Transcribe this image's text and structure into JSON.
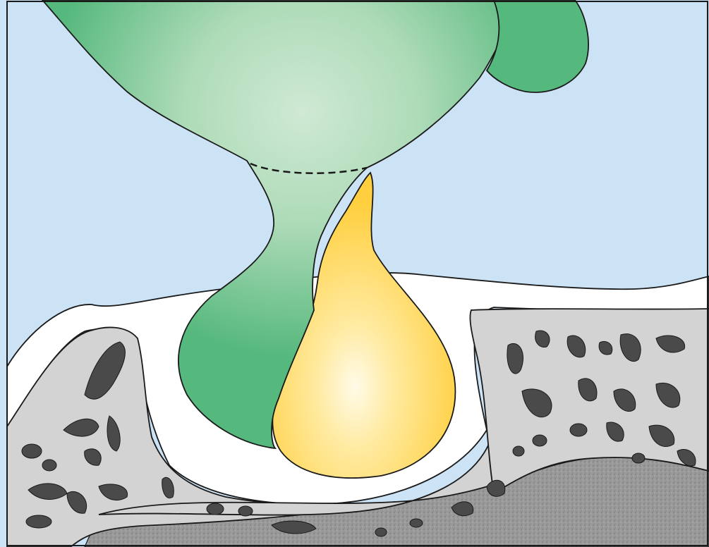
{
  "diagram": {
    "labels": [],
    "colors": {
      "background_fluid": "#cce3f5",
      "green_structure": "#55b87c",
      "green_highlight": "#bfe2c6",
      "yellow_structure": "#ffd24a",
      "yellow_highlight": "#fff8df",
      "white_layer": "#ffffff",
      "gray_tissue": "#d3d3d3",
      "dark_inclusions": "#4a4a4a",
      "deep_layer": "#8c8c8c",
      "outline": "#1a1a1a"
    },
    "elements": [
      "fluid-background",
      "green-body",
      "green-side-lobe",
      "green-neck-dashed-line",
      "yellow-drop-body",
      "white-membrane-layer",
      "left-gray-tissue",
      "right-gray-tissue",
      "bottom-gray-tissue",
      "deep-speckled-layer",
      "dark-inclusions"
    ]
  }
}
